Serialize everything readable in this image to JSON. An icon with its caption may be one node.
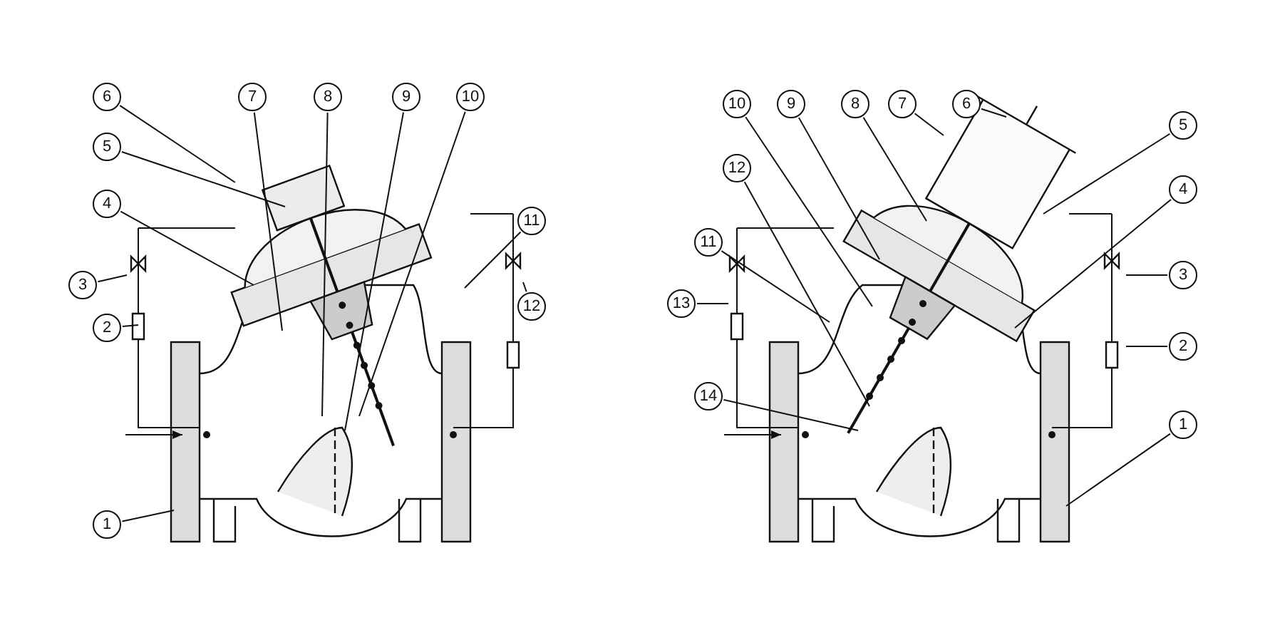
{
  "diagram": {
    "nodes": [
      {
        "text": [
          "1"
        ]
      },
      {
        "text": [
          "2"
        ]
      },
      {
        "text": [
          "3"
        ]
      },
      {
        "text": [
          "4"
        ]
      },
      {
        "text": [
          "5"
        ]
      },
      {
        "text": [
          "6"
        ]
      },
      {
        "text": [
          "7"
        ]
      },
      {
        "text": [
          "8"
        ]
      },
      {
        "text": [
          "9"
        ]
      },
      {
        "text": [
          "10"
        ]
      },
      {
        "text": [
          "11"
        ]
      },
      {
        "text": [
          "12"
        ]
      },
      {
        "text": [
          "10"
        ]
      },
      {
        "text": [
          "9"
        ]
      },
      {
        "text": [
          "8"
        ]
      },
      {
        "text": [
          "7"
        ]
      },
      {
        "text": [
          "6"
        ]
      },
      {
        "text": [
          "5"
        ]
      },
      {
        "text": [
          "12"
        ]
      },
      {
        "text": [
          "11"
        ]
      },
      {
        "text": [
          "4"
        ]
      },
      {
        "text": [
          "3"
        ]
      },
      {
        "text": [
          "13"
        ]
      },
      {
        "text": [
          "2"
        ]
      },
      {
        "text": [
          "14"
        ]
      },
      {
        "text": [
          "1"
        ]
      }
    ],
    "edges": [
      {
        "from": 0,
        "to": null,
        "arrow": "none"
      },
      {
        "from": 1,
        "to": null,
        "arrow": "none"
      },
      {
        "from": 2,
        "to": null,
        "arrow": "none"
      },
      {
        "from": 3,
        "to": null,
        "arrow": "none"
      },
      {
        "from": 4,
        "to": null,
        "arrow": "none"
      },
      {
        "from": 5,
        "to": null,
        "arrow": "none"
      },
      {
        "from": 6,
        "to": null,
        "arrow": "none"
      },
      {
        "from": 7,
        "to": null,
        "arrow": "none"
      },
      {
        "from": 8,
        "to": null,
        "arrow": "none"
      },
      {
        "from": 9,
        "to": null,
        "arrow": "none"
      },
      {
        "from": 10,
        "to": null,
        "arrow": "none"
      },
      {
        "from": 11,
        "to": null,
        "arrow": "none"
      },
      {
        "from": 12,
        "to": null,
        "arrow": "none"
      },
      {
        "from": 13,
        "to": null,
        "arrow": "none"
      },
      {
        "from": 14,
        "to": null,
        "arrow": "none"
      },
      {
        "from": 15,
        "to": null,
        "arrow": "none"
      },
      {
        "from": 16,
        "to": null,
        "arrow": "none"
      },
      {
        "from": 17,
        "to": null,
        "arrow": "none"
      },
      {
        "from": 18,
        "to": null,
        "arrow": "none"
      },
      {
        "from": 19,
        "to": null,
        "arrow": "none"
      },
      {
        "from": 20,
        "to": null,
        "arrow": "none"
      },
      {
        "from": 21,
        "to": null,
        "arrow": "none"
      },
      {
        "from": 22,
        "to": null,
        "arrow": "none"
      },
      {
        "from": 23,
        "to": null,
        "arrow": "none"
      },
      {
        "from": 24,
        "to": null,
        "arrow": "none"
      },
      {
        "from": 25,
        "to": null,
        "arrow": "none"
      }
    ]
  }
}
